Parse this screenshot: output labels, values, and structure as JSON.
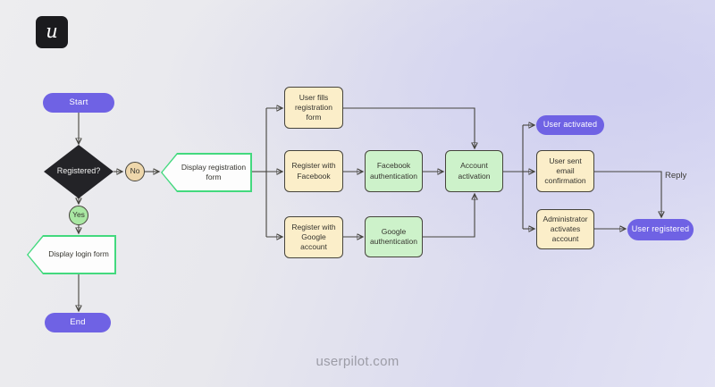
{
  "brand": {
    "logo_letter": "u",
    "watermark": "userpilot.com"
  },
  "colors": {
    "accent_purple": "#6f62e4",
    "process_yellow": "#fbeec9",
    "process_green": "#cdf2ca",
    "outline_green": "#43d97e",
    "decision_black": "#232327",
    "circle_no_tan": "#eed7ab",
    "circle_yes_green": "#a9e7a3",
    "connector_gray": "#45443e"
  },
  "flowchart": {
    "nodes": {
      "start": "Start",
      "decision_registered": "Registered?",
      "no": "No",
      "yes": "Yes",
      "display_registration": "Display registration form",
      "display_login": "Display login form",
      "end": "End",
      "user_fills": "User fills registration form",
      "register_facebook": "Register with Facebook",
      "register_google": "Register with Google account",
      "facebook_auth": "Facebook authentication",
      "google_auth": "Google authentication",
      "account_activation": "Account activation",
      "user_activated": "User activated",
      "user_sent_email": "User sent email confirmation",
      "admin_activates": "Administrator activates account",
      "user_registered": "User registered"
    },
    "edge_labels": {
      "reply": "Reply"
    }
  }
}
